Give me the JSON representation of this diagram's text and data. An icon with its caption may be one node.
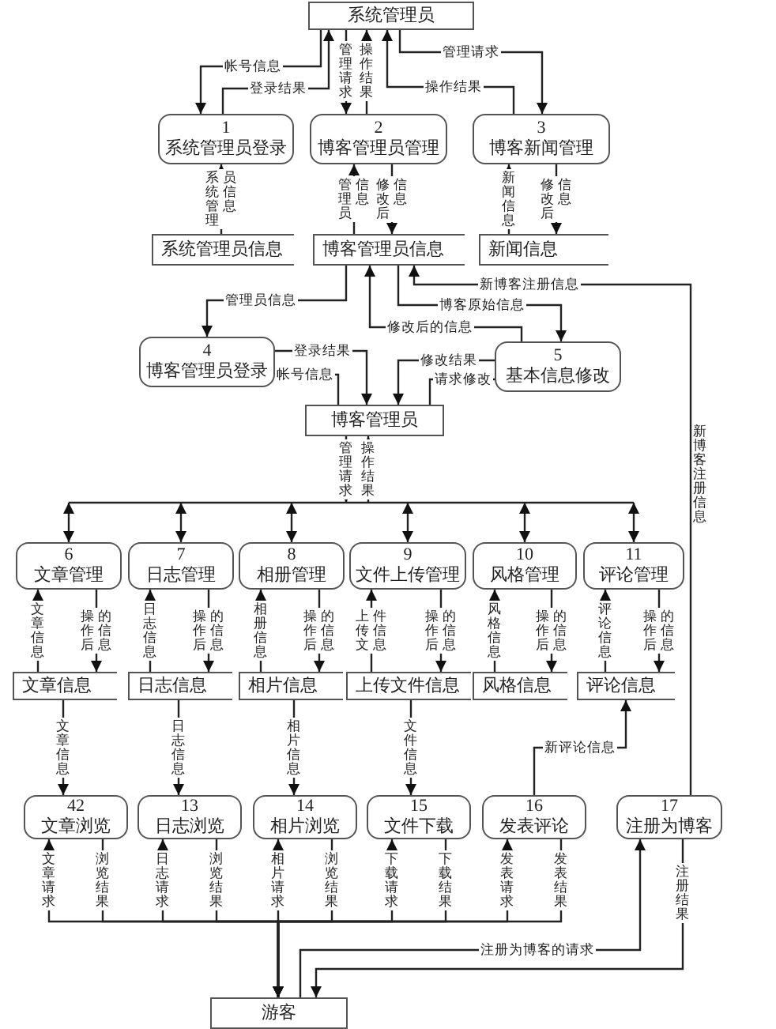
{
  "diagram": {
    "nodes": [
      {
        "text": [
          "系统管理员"
        ]
      },
      {
        "text": [
          "1",
          "系统管理员登录"
        ]
      },
      {
        "text": [
          "2",
          "博客管理员管理"
        ]
      },
      {
        "text": [
          "3",
          "博客新闻管理"
        ]
      },
      {
        "text": [
          "系统管理员信息"
        ]
      },
      {
        "text": [
          "博客管理员信息"
        ]
      },
      {
        "text": [
          "新闻信息"
        ]
      },
      {
        "text": [
          "4",
          "博客管理员登录"
        ]
      },
      {
        "text": [
          "5",
          "基本信息修改"
        ]
      },
      {
        "text": [
          "博客管理员"
        ]
      },
      {
        "text": [
          "6",
          "文章管理"
        ]
      },
      {
        "text": [
          "7",
          "日志管理"
        ]
      },
      {
        "text": [
          "8",
          "相册管理"
        ]
      },
      {
        "text": [
          "9",
          "文件上传管理"
        ]
      },
      {
        "text": [
          "10",
          "风格管理"
        ]
      },
      {
        "text": [
          "11",
          "评论管理"
        ]
      },
      {
        "text": [
          "文章信息"
        ]
      },
      {
        "text": [
          "日志信息"
        ]
      },
      {
        "text": [
          "相片信息"
        ]
      },
      {
        "text": [
          "上传文件信息"
        ]
      },
      {
        "text": [
          "风格信息"
        ]
      },
      {
        "text": [
          "评论信息"
        ]
      },
      {
        "text": [
          "42",
          "文章浏览"
        ]
      },
      {
        "text": [
          "13",
          "日志浏览"
        ]
      },
      {
        "text": [
          "14",
          "相片浏览"
        ]
      },
      {
        "text": [
          "15",
          "文件下载"
        ]
      },
      {
        "text": [
          "16",
          "发表评论"
        ]
      },
      {
        "text": [
          "17",
          "注册为博客"
        ]
      },
      {
        "text": [
          "游客"
        ]
      }
    ],
    "edges": [
      {
        "from": 0,
        "to": 1,
        "arrow": "to",
        "label": "帐号信息"
      },
      {
        "from": 1,
        "to": 0,
        "arrow": "to",
        "label": "登录结果"
      },
      {
        "from": 0,
        "to": 2,
        "arrow": "to",
        "label": "管理请求"
      },
      {
        "from": 2,
        "to": 0,
        "arrow": "to",
        "label": "操作结果"
      },
      {
        "from": 0,
        "to": 3,
        "arrow": "to",
        "label": "管理请求"
      },
      {
        "from": 3,
        "to": 0,
        "arrow": "to",
        "label": "操作结果"
      },
      {
        "from": 4,
        "to": 1,
        "arrow": "to",
        "label": "系统管理员信息"
      },
      {
        "from": 5,
        "to": 2,
        "arrow": "to",
        "label": "管理员信息"
      },
      {
        "from": 2,
        "to": 5,
        "arrow": "to",
        "label": "修改后信息"
      },
      {
        "from": 6,
        "to": 3,
        "arrow": "to",
        "label": "新闻信息"
      },
      {
        "from": 3,
        "to": 6,
        "arrow": "to",
        "label": "修改后信息"
      },
      {
        "from": 5,
        "to": 7,
        "arrow": "to",
        "label": "管理员信息"
      },
      {
        "from": 8,
        "to": 5,
        "arrow": "to",
        "label": "修改后的信息"
      },
      {
        "from": 5,
        "to": 8,
        "arrow": "to",
        "label": "博客原始信息"
      },
      {
        "from": 27,
        "to": 5,
        "arrow": "to",
        "label": "新博客注册信息"
      },
      {
        "from": 7,
        "to": 9,
        "arrow": "to",
        "label": "登录结果"
      },
      {
        "from": 9,
        "to": 7,
        "arrow": "to",
        "label": "帐号信息"
      },
      {
        "from": 8,
        "to": 9,
        "arrow": "to",
        "label": "修改结果"
      },
      {
        "from": 9,
        "to": 8,
        "arrow": "to",
        "label": "请求修改"
      },
      {
        "from": 9,
        "to": 10,
        "arrow": "both"
      },
      {
        "from": 9,
        "to": 11,
        "arrow": "both"
      },
      {
        "from": 9,
        "to": 12,
        "arrow": "both"
      },
      {
        "from": 9,
        "to": 13,
        "arrow": "both"
      },
      {
        "from": 9,
        "to": 14,
        "arrow": "both"
      },
      {
        "from": 9,
        "to": 15,
        "arrow": "both"
      },
      {
        "from": 16,
        "to": 10,
        "arrow": "to",
        "label": "文章信息"
      },
      {
        "from": 10,
        "to": 16,
        "arrow": "to",
        "label": "操作后的信息"
      },
      {
        "from": 17,
        "to": 11,
        "arrow": "to",
        "label": "日志信息"
      },
      {
        "from": 11,
        "to": 17,
        "arrow": "to",
        "label": "操作后的信息"
      },
      {
        "from": 18,
        "to": 12,
        "arrow": "to",
        "label": "相册信息"
      },
      {
        "from": 12,
        "to": 18,
        "arrow": "to",
        "label": "操作后的信息"
      },
      {
        "from": 19,
        "to": 13,
        "arrow": "to",
        "label": "上传文件信息"
      },
      {
        "from": 13,
        "to": 19,
        "arrow": "to",
        "label": "操作后的信息"
      },
      {
        "from": 20,
        "to": 14,
        "arrow": "to",
        "label": "风格信息"
      },
      {
        "from": 14,
        "to": 20,
        "arrow": "to",
        "label": "操作后的信息"
      },
      {
        "from": 21,
        "to": 15,
        "arrow": "to",
        "label": "评论信息"
      },
      {
        "from": 15,
        "to": 21,
        "arrow": "to",
        "label": "操作后的信息"
      },
      {
        "from": 16,
        "to": 22,
        "arrow": "to",
        "label": "文章信息"
      },
      {
        "from": 17,
        "to": 23,
        "arrow": "to",
        "label": "日志信息"
      },
      {
        "from": 18,
        "to": 24,
        "arrow": "to",
        "label": "相片信息"
      },
      {
        "from": 19,
        "to": 25,
        "arrow": "to",
        "label": "文件信息"
      },
      {
        "from": 26,
        "to": 21,
        "arrow": "to",
        "label": "新评论信息"
      },
      {
        "from": 28,
        "to": 22,
        "arrow": "to",
        "label": "文章请求"
      },
      {
        "from": 22,
        "to": 28,
        "arrow": "to",
        "label": "浏览结果"
      },
      {
        "from": 28,
        "to": 23,
        "arrow": "to",
        "label": "日志请求"
      },
      {
        "from": 23,
        "to": 28,
        "arrow": "to",
        "label": "浏览结果"
      },
      {
        "from": 28,
        "to": 24,
        "arrow": "to",
        "label": "相片请求"
      },
      {
        "from": 24,
        "to": 28,
        "arrow": "to",
        "label": "浏览结果"
      },
      {
        "from": 28,
        "to": 25,
        "arrow": "to",
        "label": "下载请求"
      },
      {
        "from": 25,
        "to": 28,
        "arrow": "to",
        "label": "下载结果"
      },
      {
        "from": 28,
        "to": 26,
        "arrow": "to",
        "label": "发表请求"
      },
      {
        "from": 26,
        "to": 28,
        "arrow": "to",
        "label": "发表结果"
      },
      {
        "from": 28,
        "to": 27,
        "arrow": "to",
        "label": "注册为博客的请求"
      },
      {
        "from": 27,
        "to": 28,
        "arrow": "to",
        "label": "注册结果"
      }
    ],
    "labels": [
      "新博客注册信息",
      "管理请求",
      "操作结果"
    ]
  }
}
